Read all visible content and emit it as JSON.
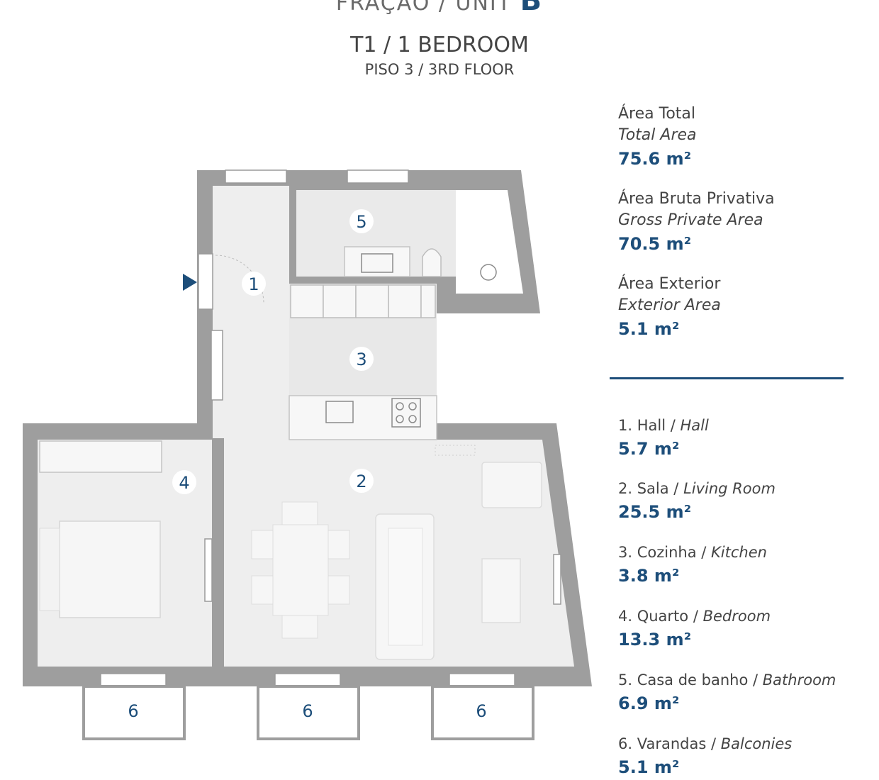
{
  "header": {
    "unit_prefix": "FRAÇÃO / UNIT",
    "unit_letter": "B",
    "typology": "T1 / 1 BEDROOM",
    "floor": "PISO 3 / 3RD FLOOR"
  },
  "areas": [
    {
      "label_pt": "Área Total",
      "label_en": "Total Area",
      "value": "75.6 m²"
    },
    {
      "label_pt": "Área Bruta Privativa",
      "label_en": "Gross Private Area",
      "value": "70.5 m²"
    },
    {
      "label_pt": "Área Exterior",
      "label_en": "Exterior Area",
      "value": "5.1 m²"
    }
  ],
  "rooms": [
    {
      "pt": "1. Hall",
      "en": "Hall",
      "value": "5.7 m²"
    },
    {
      "pt": "2. Sala",
      "en": "Living Room",
      "value": "25.5 m²"
    },
    {
      "pt": "3. Cozinha",
      "en": "Kitchen",
      "value": "3.8 m²"
    },
    {
      "pt": "4. Quarto",
      "en": "Bedroom",
      "value": "13.3 m²"
    },
    {
      "pt": "5. Casa de banho",
      "en": "Bathroom",
      "value": "6.9 m²"
    },
    {
      "pt": "6. Varandas",
      "en": "Balconies",
      "value": "5.1 m²"
    }
  ],
  "plan_labels": {
    "hall": "1",
    "living": "2",
    "kitchen": "3",
    "bedroom": "4",
    "bathroom": "5",
    "balcony_left": "6",
    "balcony_middle": "6",
    "balcony_right": "6"
  },
  "colors": {
    "wall": "#9e9e9e",
    "floor": "#eeeeee",
    "accent": "#1d4e7a"
  }
}
